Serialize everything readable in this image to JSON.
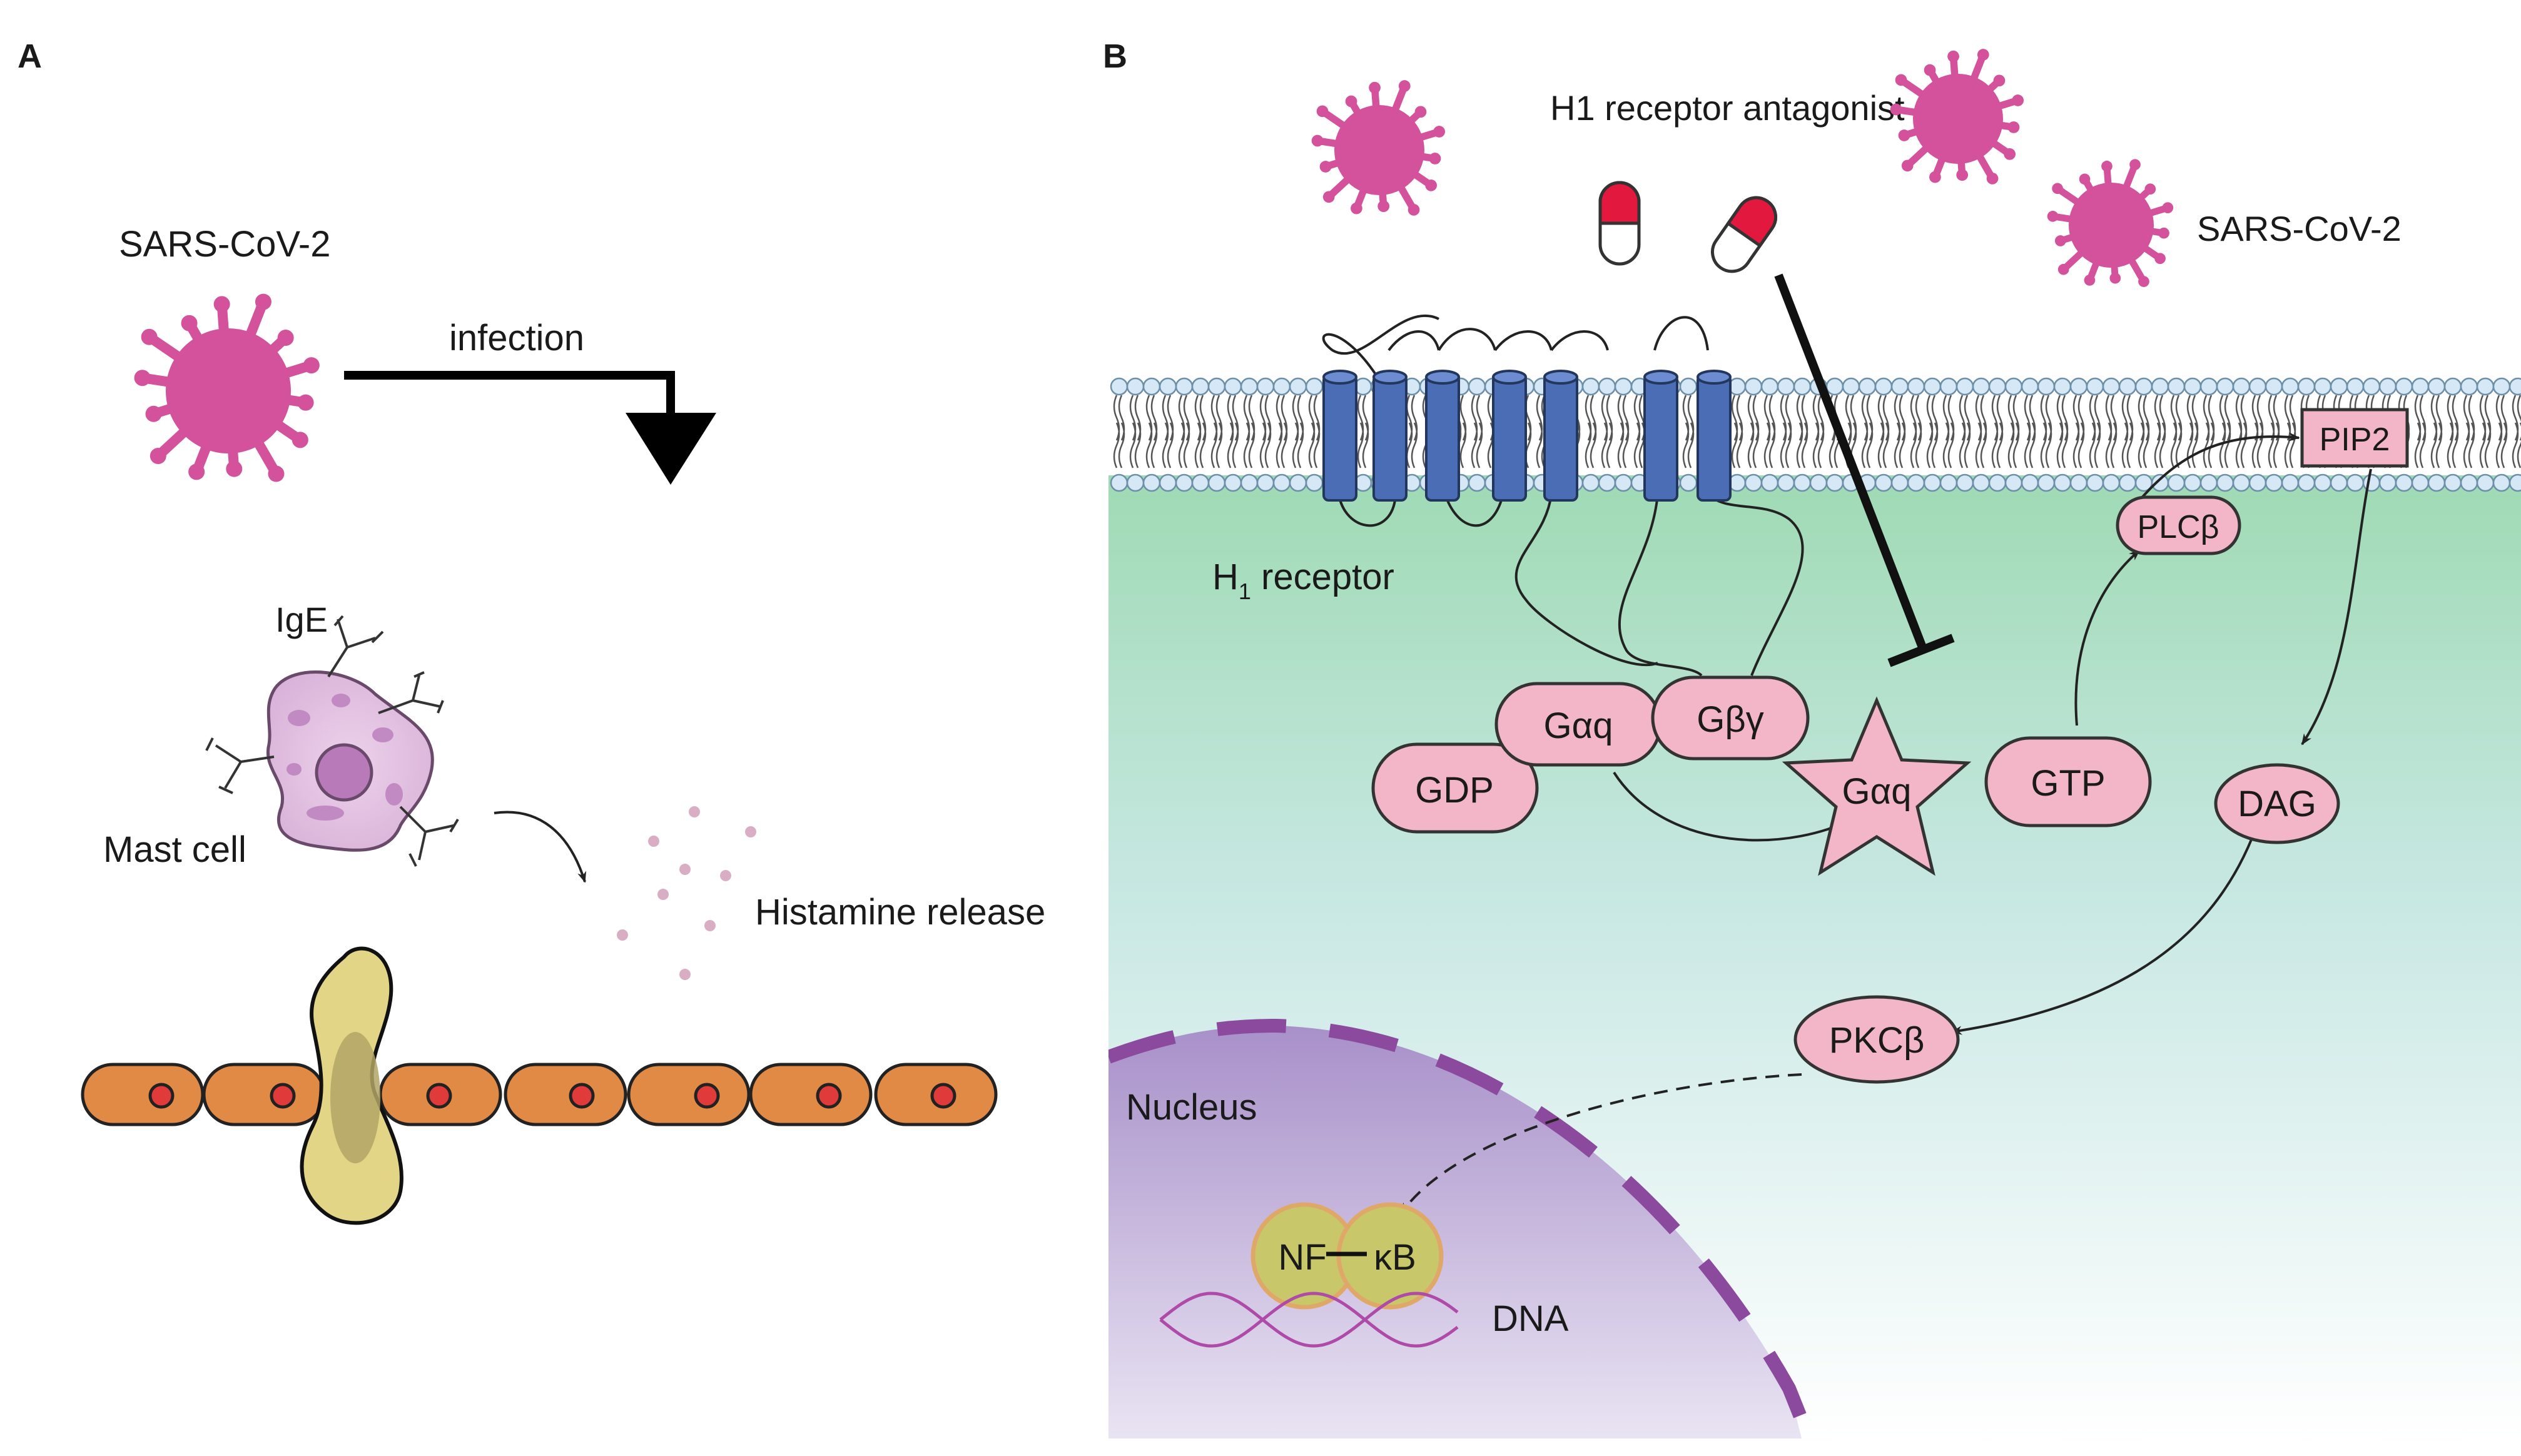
{
  "panel_a": {
    "letter": "A",
    "virus_label": "SARS-CoV-2",
    "infection_label": "infection",
    "ige_label": "IgE",
    "mast_cell_label": "Mast cell",
    "histamine_label": "Histamine release"
  },
  "panel_b": {
    "letter": "B",
    "antagonist_label": "H1 receptor antagonist",
    "virus_label": "SARS-CoV-2",
    "receptor_label": "H",
    "receptor_sub": "1",
    "receptor_suffix": " receptor",
    "nodes": {
      "gaq": "Gαq",
      "gby": "Gβγ",
      "gdp": "GDP",
      "gaq_active": "Gαq",
      "gtp": "GTP",
      "plcb": "PLCβ",
      "pip2": "PIP2",
      "dag": "DAG",
      "pkcb": "PKCβ",
      "nf": "NF",
      "kb": "κB"
    },
    "nucleus_label": "Nucleus",
    "dna_label": "DNA"
  },
  "colors": {
    "virus": "#d4519c",
    "receptor": "#4a6db5",
    "node_fill": "#f2b6c8",
    "membrane_bead": "#d6e8f5",
    "cytoplasm_top": "#a8dcbc",
    "nucleus": "#b9a6d4",
    "nucleus_border": "#8b4a9e",
    "endothelial": "#e08a45",
    "nfkb": "#c8c86a"
  }
}
